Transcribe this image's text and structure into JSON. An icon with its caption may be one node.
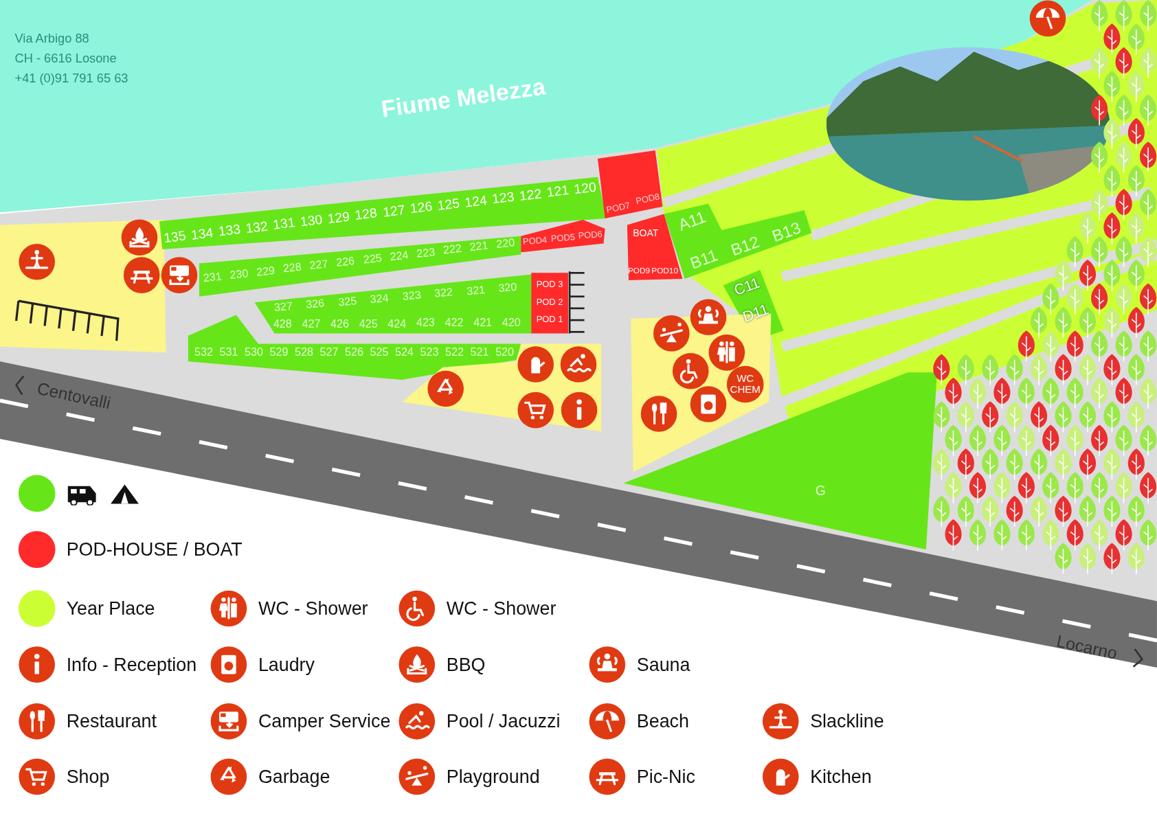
{
  "diagram": {
    "labels": [
      "Via Arbigo 88",
      "CH - 6616 Losone",
      "+41 (0)91 791 65 63",
      "Fiume Melezza",
      "135",
      "134",
      "133",
      "132",
      "131",
      "130",
      "129",
      "128",
      "127",
      "126",
      "125",
      "124",
      "123",
      "122",
      "121",
      "120",
      "POD7",
      "POD8",
      "231",
      "230",
      "229",
      "228",
      "227",
      "226",
      "225",
      "224",
      "223",
      "222",
      "221",
      "220",
      "POD4",
      "POD5",
      "POD6",
      "327",
      "326",
      "325",
      "324",
      "323",
      "322",
      "321",
      "320",
      "428",
      "427",
      "426",
      "425",
      "424",
      "423",
      "422",
      "421",
      "420",
      "POD 3",
      "POD 2",
      "POD 1",
      "532",
      "531",
      "530",
      "529",
      "528",
      "527",
      "526",
      "525",
      "524",
      "523",
      "522",
      "521",
      "520",
      "BOAT",
      "POD9",
      "POD10",
      "A11",
      "B11",
      "B12",
      "B13",
      "C11",
      "D11",
      "WC CHEM",
      "G",
      "Centovalli",
      "Locarno"
    ],
    "legend": [
      {
        "text": "POD-HOUSE / BOAT",
        "color": "#ff2a2a"
      },
      {
        "text": "Year Place",
        "color": "#ccff33"
      },
      {
        "text": "WC - Shower"
      },
      {
        "text": "WC - Shower"
      },
      {
        "text": "Info - Reception"
      },
      {
        "text": "Laudry"
      },
      {
        "text": "BBQ"
      },
      {
        "text": "Sauna"
      },
      {
        "text": "Restaurant"
      },
      {
        "text": "Camper Service"
      },
      {
        "text": "Pool / Jacuzzi"
      },
      {
        "text": "Beach"
      },
      {
        "text": "Slackline"
      },
      {
        "text": "Shop"
      },
      {
        "text": "Garbage"
      },
      {
        "text": "Playground"
      },
      {
        "text": "Pic-Nic"
      },
      {
        "text": "Kitchen"
      }
    ]
  }
}
